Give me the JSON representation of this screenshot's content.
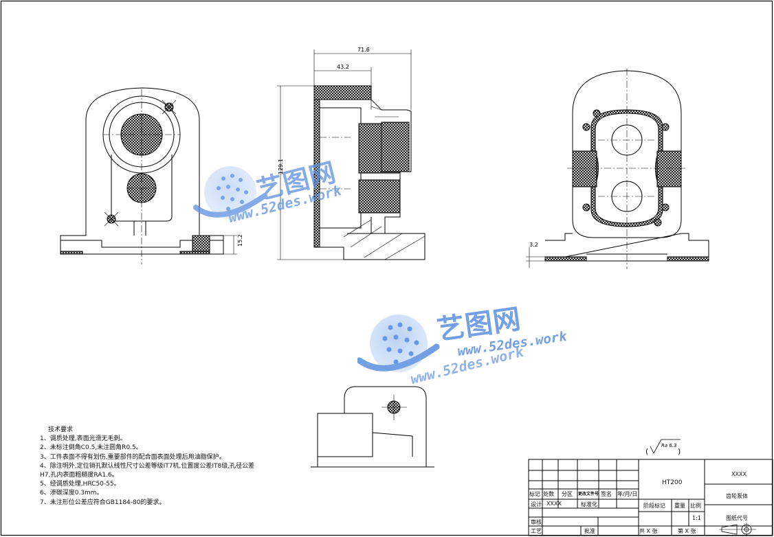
{
  "watermark": {
    "name": "艺图网",
    "url": "www.52des.work"
  },
  "dims": {
    "side_height": "129.1",
    "top_outer": "71.6",
    "top_inner": "43.2",
    "front_base": "15.2",
    "right_base": "3.2"
  },
  "roughness": {
    "prefix": "(",
    "label": "Ra 6.3",
    "suffix": ")"
  },
  "tech": {
    "title": "技术要求",
    "items": [
      "1、调质处理,表面光滑无毛刺。",
      "2、未标注倒角C0.5,未注圆角R0.5。",
      "3、工件表面不得有划伤,重要部件的配合面表面处理后用油脂保护。",
      "4、除注明外,定位销孔默认线性尺寸公差等级IT7机,位置度公差IT8级,孔径公差",
      "H7,孔内表面粗糙度RA1.6。",
      "5、经调质处理,HRC50-55。",
      "6、渗碳深度0.3mm。",
      "7、未注形位公差应符合GB1184-80的要求。"
    ]
  },
  "titleblock": {
    "material": "HT200",
    "company": "XXXX",
    "part_name": "齿轮泵体",
    "drawing_no_label": "图纸代号",
    "mark": "标记",
    "count": "处数",
    "zone": "分区",
    "change_doc": "更改文件号",
    "sign": "签名",
    "date": "年/月/日",
    "design": "设计",
    "designer": "XXXX",
    "standardize": "标准化",
    "stage_mark": "阶段标记",
    "weight": "重量",
    "scale": "比例",
    "scale_val": "1:1",
    "review": "审核",
    "process": "工艺",
    "approve": "批准",
    "sheets": "共 X 张",
    "sheet_no": "第 X 张"
  }
}
